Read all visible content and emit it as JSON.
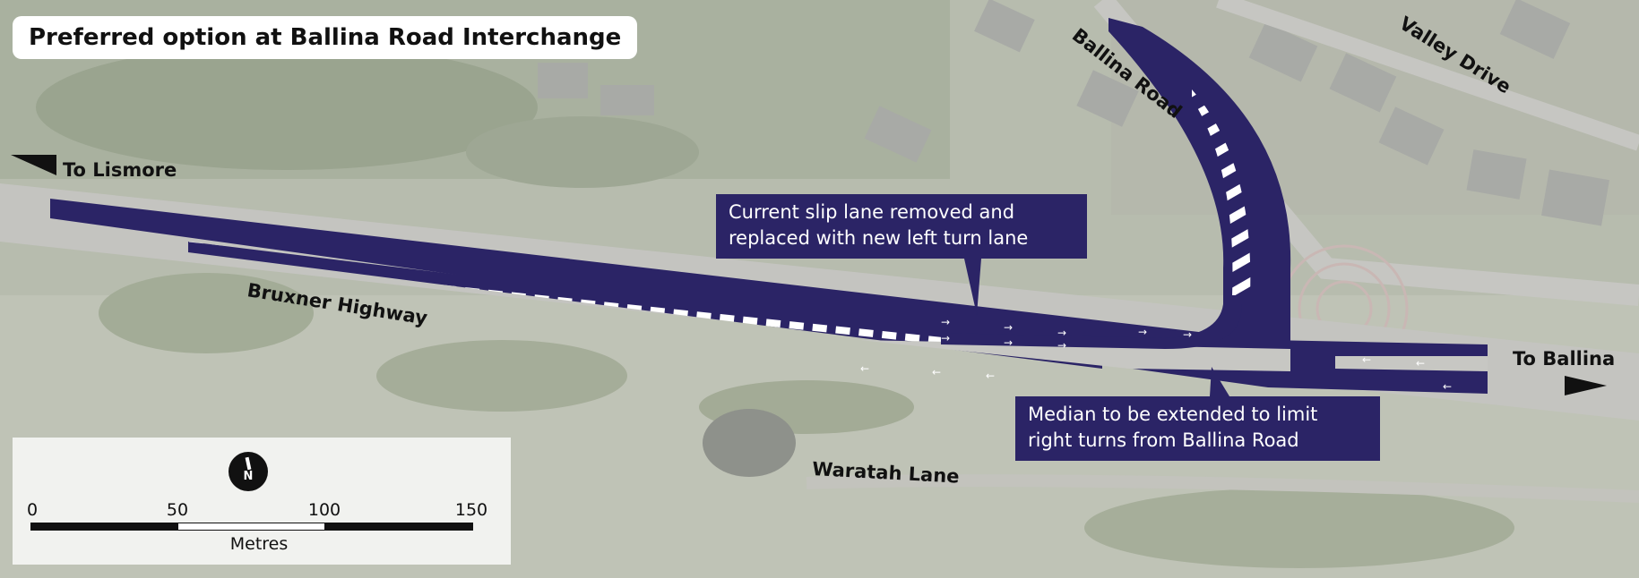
{
  "title": "Preferred option at Ballina Road Interchange",
  "colors": {
    "road_marking": "#2b2466",
    "background_aerial": "#b9bdb2",
    "callout_bg": "#2b2466",
    "callout_text": "#ffffff"
  },
  "labels": {
    "to_lismore": "To Lismore",
    "to_ballina": "To Ballina",
    "ballina_road": "Ballina Road",
    "valley_drive": "Valley Drive",
    "bruxner_highway": "Bruxner Highway",
    "waratah_lane": "Waratah Lane"
  },
  "callouts": {
    "slip_lane": {
      "line1": "Current slip lane removed and",
      "line2": "replaced with new left turn lane"
    },
    "median": {
      "line1": "Median to be extended to limit",
      "line2": "right turns from Ballina Road"
    }
  },
  "scale": {
    "ticks": [
      "0",
      "50",
      "100",
      "150"
    ],
    "unit": "Metres",
    "north_label": "N"
  }
}
